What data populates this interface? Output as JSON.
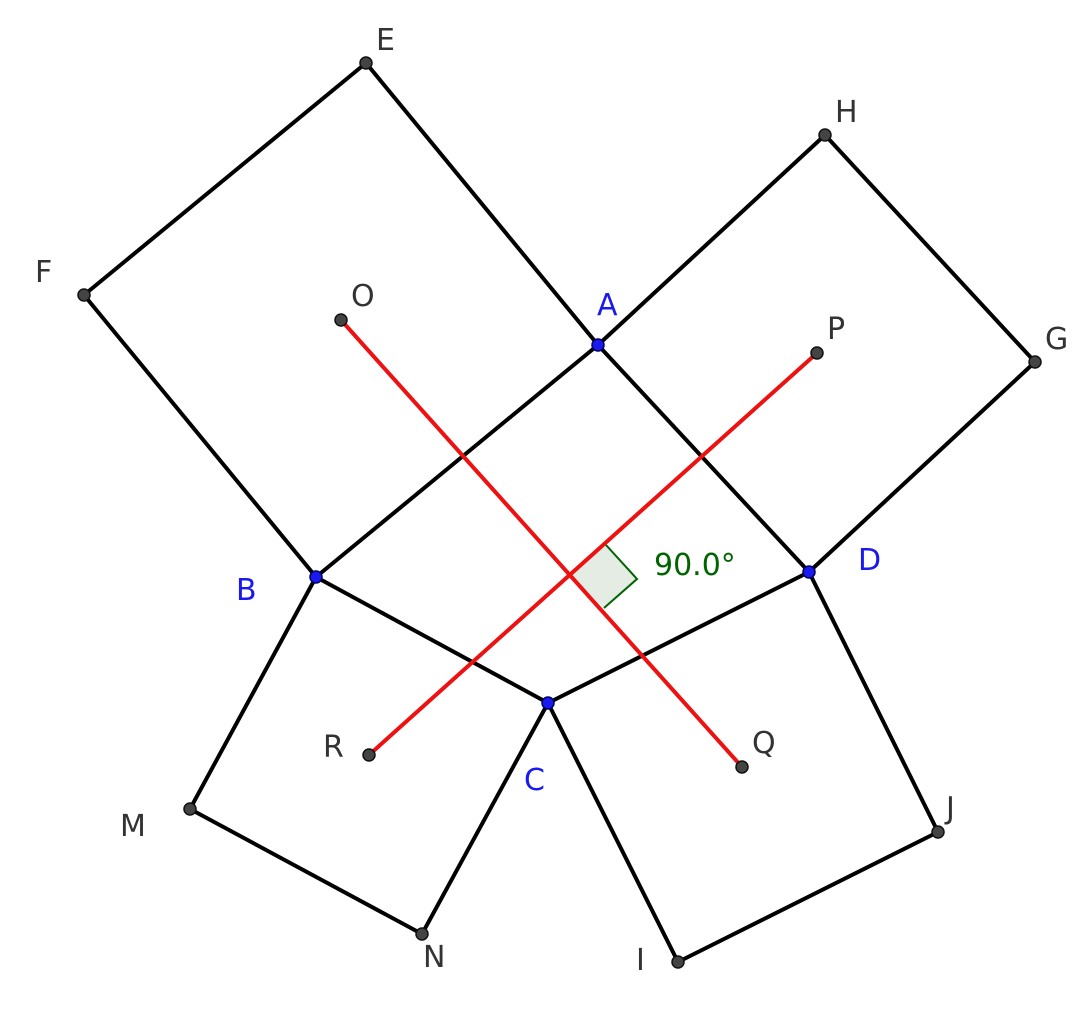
{
  "colors": {
    "square_edge": "#000000",
    "segment": "#ee1111",
    "free_point": "#1a1aee",
    "dependent_point": "#444444",
    "free_label": "#1a1aee",
    "dependent_label": "#333333",
    "angle_stroke": "#006400",
    "angle_fill": "#e4ece4",
    "angle_text": "#006400"
  },
  "labels": {
    "A": "A",
    "B": "B",
    "C": "C",
    "D": "D",
    "E": "E",
    "F": "F",
    "G": "G",
    "H": "H",
    "I": "I",
    "J": "J",
    "M": "M",
    "N": "N",
    "O": "O",
    "P": "P",
    "Q": "Q",
    "R": "R"
  },
  "angle": {
    "value": "90.0°"
  }
}
